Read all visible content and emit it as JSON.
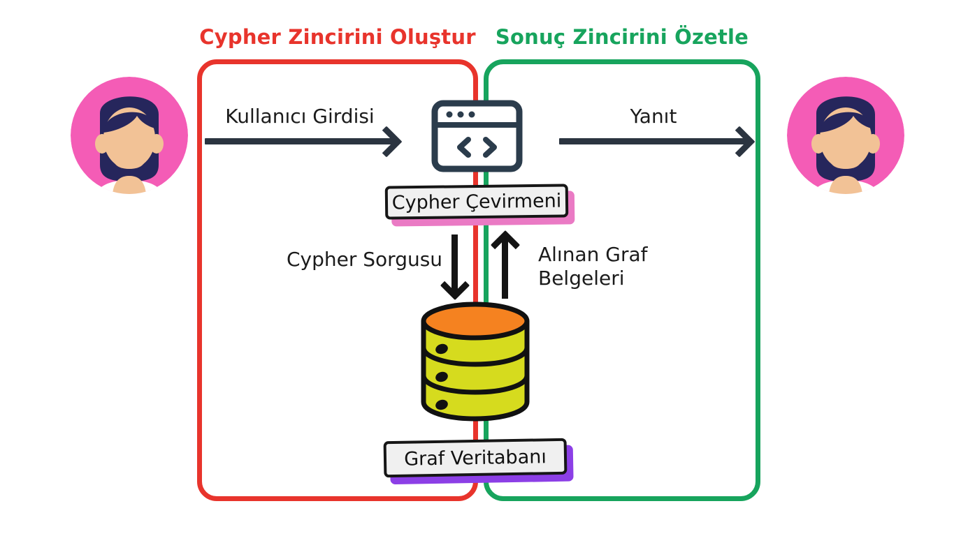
{
  "diagram": {
    "title_hidden": "",
    "background": "#ffffff",
    "colors": {
      "build_phase": "#e8342c",
      "summarize_phase": "#17a45d",
      "avatar_circle": "#f45cb6",
      "hair": "#26265c",
      "skin": "#f2c296",
      "database_top": "#f58220",
      "database_body": "#d6db1e",
      "translator_note_shadow": "#ea7ac4",
      "database_note_shadow": "#8c3fe6",
      "arrow": "#2b3440",
      "icon_outline": "#2b3c4c"
    }
  },
  "phases": [
    {
      "id": "build",
      "title": "Cypher Zincirini Oluştur",
      "color": "#e8342c"
    },
    {
      "id": "summarize",
      "title": "Sonuç Zincirini Özetle",
      "color": "#17a45d"
    }
  ],
  "avatars": [
    {
      "id": "user",
      "name": "user-avatar"
    },
    {
      "id": "response",
      "name": "response-avatar"
    }
  ],
  "flows": {
    "user_input": {
      "label": "Kullanıcı Girdisi",
      "direction": "right"
    },
    "response": {
      "label": "Yanıt",
      "direction": "right"
    },
    "cypher_query": {
      "label": "Cypher Sorgusu",
      "direction": "down"
    },
    "retrieved_docs": {
      "label_line1": "Alınan Graf",
      "label_line2": "Belgeleri",
      "direction": "up"
    }
  },
  "nodes": {
    "translator": {
      "label": "Cypher Çevirmeni",
      "icon": "code-browser-icon"
    },
    "database": {
      "label": "Graf Veritabanı",
      "icon": "database-cylinder-icon"
    }
  }
}
